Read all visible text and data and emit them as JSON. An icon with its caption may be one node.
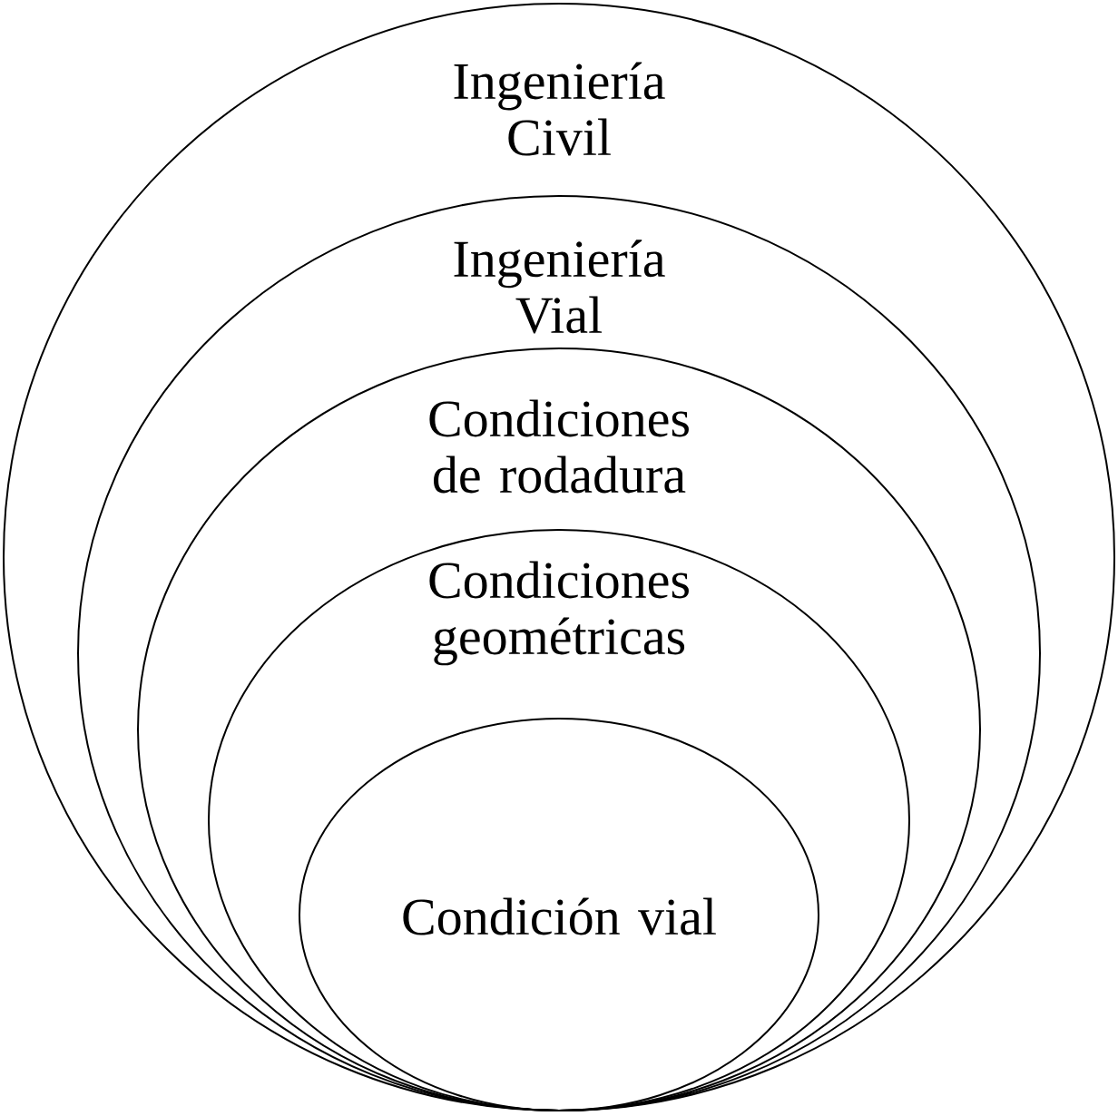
{
  "diagram": {
    "nodes": [
      {
        "text": [
          "Ingeniería Civil"
        ]
      },
      {
        "text": [
          "Ingeniería Vial"
        ],
        "in": 0
      },
      {
        "text": [
          "Condiciones de rodadura"
        ],
        "in": 1
      },
      {
        "text": [
          "Condiciones geométricas"
        ],
        "in": 2
      },
      {
        "text": [
          "Condición vial"
        ],
        "in": 3
      }
    ]
  }
}
